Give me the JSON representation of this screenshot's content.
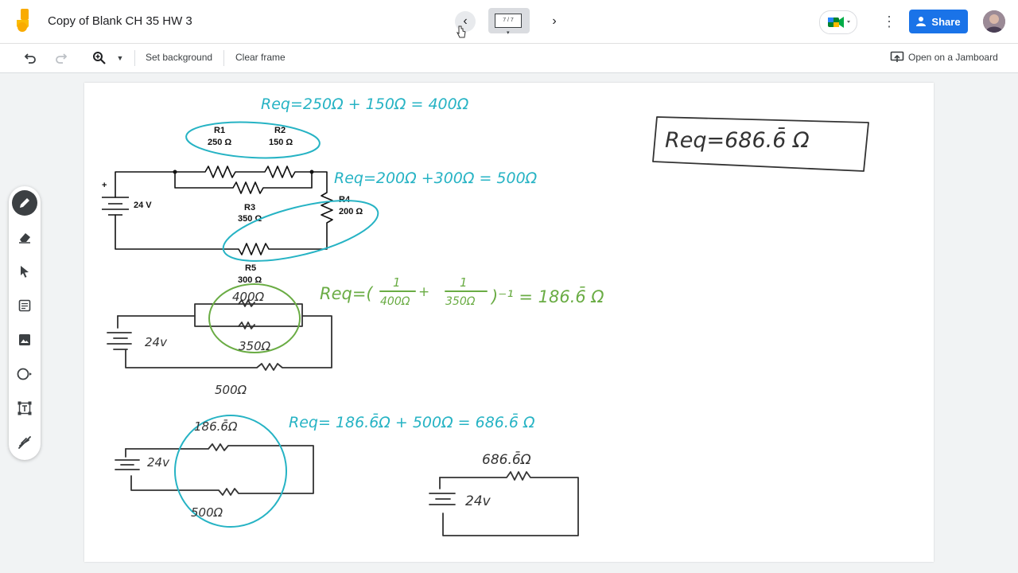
{
  "app": {
    "title": "Copy of Blank CH 35 HW 3",
    "frame_counter": "7 / 7",
    "share_label": "Share"
  },
  "toolbar": {
    "set_background": "Set background",
    "clear_frame": "Clear frame",
    "open_jamboard": "Open on a Jamboard"
  },
  "circuit": {
    "battery": "24 V",
    "r1_name": "R1",
    "r1_value": "250 Ω",
    "r2_name": "R2",
    "r2_value": "150 Ω",
    "r3_name": "R3",
    "r3_value": "350 Ω",
    "r4_name": "R4",
    "r4_value": "200 Ω",
    "r5_name": "R5",
    "r5_value": "300 Ω"
  },
  "ink": {
    "eq1": "Req=250Ω + 150Ω = 400Ω",
    "eq2": "Req=200Ω +300Ω = 500Ω",
    "eq3_lhs": "Req=(",
    "eq3_t1": "400Ω",
    "eq3_t2": "350Ω",
    "eq3_rhs": ")⁻¹ = 186.6̄ Ω",
    "eq4": "Req= 186.6̄Ω + 500Ω = 686.6̄ Ω",
    "boxed": "Req=686.6̄ Ω",
    "d2_400": "400Ω",
    "d2_350": "350Ω",
    "d2_500": "500Ω",
    "d2_v": "24v",
    "d3_186": "186.6̄Ω",
    "d3_500": "500Ω",
    "d3_v": "24v",
    "d4_686": "686.6̄Ω",
    "d4_v": "24v"
  }
}
